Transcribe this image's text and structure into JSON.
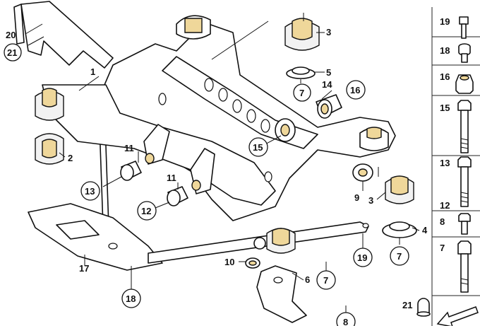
{
  "colors": {
    "highlight": "#efd79a",
    "line": "#111111",
    "background": "#ffffff"
  },
  "callouts": {
    "c1": "1",
    "c2": "2",
    "c3a": "3",
    "c3b": "3",
    "c4": "4",
    "c5": "5",
    "c6": "6",
    "c7a": "7",
    "c7b": "7",
    "c7c": "7",
    "c8": "8",
    "c9": "9",
    "c10": "10",
    "c11a": "11",
    "c11b": "11",
    "c12": "12",
    "c13": "13",
    "c14": "14",
    "c15": "15",
    "c16": "16",
    "c17": "17",
    "c18": "18",
    "c19": "19",
    "c20": "20",
    "c21": "21"
  },
  "sidebar": {
    "items": [
      "19",
      "18",
      "16",
      "15",
      "13",
      "12",
      "8",
      "7",
      "21"
    ],
    "arrow_icon": "arrow-down-left-icon"
  }
}
